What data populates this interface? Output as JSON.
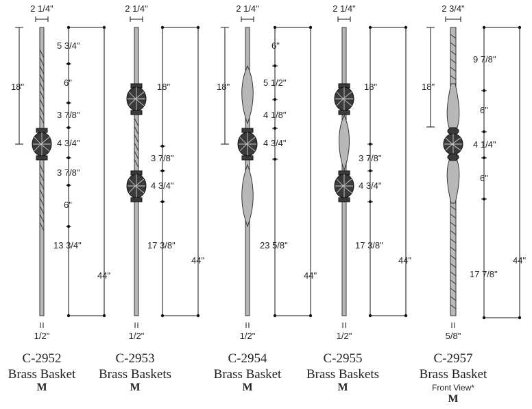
{
  "balusters": [
    {
      "width_top": "2 1/4\"",
      "left_height": "18\"",
      "segments": [
        "5 3/4\"",
        "6\"",
        "3 7/8\"",
        "4 3/4\"",
        "3 7/8\"",
        "6\"",
        "13 3/4\""
      ],
      "total": "44\"",
      "bottom": "1/2\"",
      "code": "C-2952",
      "name": "Brass Basket",
      "note": "",
      "mark": "M"
    },
    {
      "width_top": "2 1/4\"",
      "left_height": "",
      "segments": [
        "18\"",
        "3 7/8\"",
        "4 3/4\"",
        "17 3/8\""
      ],
      "total": "44\"",
      "bottom": "1/2\"",
      "code": "C-2953",
      "name": "Brass Baskets",
      "note": "",
      "mark": "M"
    },
    {
      "width_top": "2 1/4\"",
      "left_height": "18\"",
      "segments": [
        "6\"",
        "5 1/2\"",
        "4 1/8\"",
        "4 3/4\"",
        "23 5/8\""
      ],
      "total": "44\"",
      "bottom": "1/2\"",
      "code": "C-2954",
      "name": "Brass Basket",
      "note": "",
      "mark": "M"
    },
    {
      "width_top": "2 1/4\"",
      "left_height": "",
      "segments": [
        "18\"",
        "3 7/8\"",
        "4 3/4\"",
        "17 3/8\""
      ],
      "total": "44\"",
      "bottom": "1/2\"",
      "code": "C-2955",
      "name": "Brass Baskets",
      "note": "",
      "mark": "M"
    },
    {
      "width_top": "2 3/4\"",
      "left_height": "18\"",
      "segments": [
        "9 7/8\"",
        "6\"",
        "4 1/4\"",
        "6\"",
        "17 7/8\""
      ],
      "total": "44\"",
      "bottom": "5/8\"",
      "code": "C-2957",
      "name": "Brass Basket",
      "note": "Front View*",
      "mark": "M"
    }
  ]
}
